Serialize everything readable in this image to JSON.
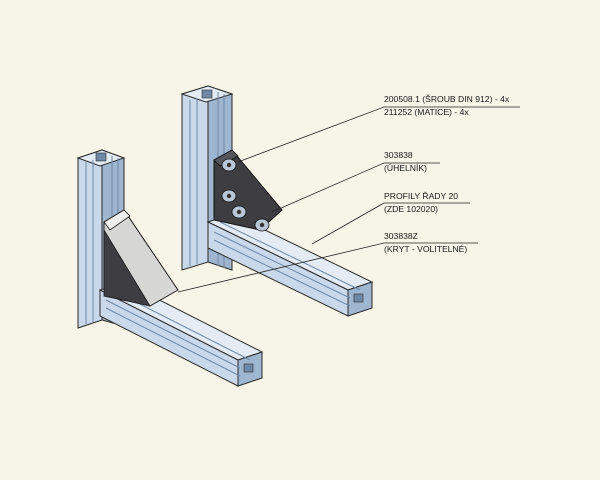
{
  "callouts": [
    {
      "id": "screws",
      "line1": "200508.1 (ŠROUB DIN 912) - 4x",
      "line2": "211252 (MATICE) - 4x"
    },
    {
      "id": "bracket",
      "line1": "303838",
      "line2": "(ÚHELNÍK)"
    },
    {
      "id": "profiles",
      "line1": "PROFILY ŘADY 20",
      "line2": "(ZDE 102020)"
    },
    {
      "id": "cover",
      "line1": "303838Z",
      "line2": "(KRYT - VOLITELNÉ)"
    }
  ],
  "colors": {
    "background": "#f7f5e7",
    "profile_light": "#c9d8ea",
    "profile_mid": "#9fb6d0",
    "profile_dark": "#6f88a6",
    "bracket": "#3d3d42",
    "cover": "#d6d6d4",
    "leader": "#222222"
  }
}
